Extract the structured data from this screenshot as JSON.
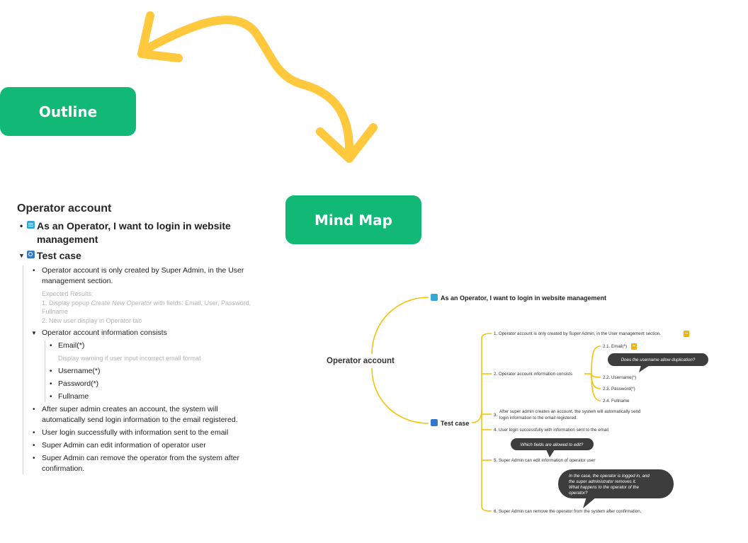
{
  "labels": {
    "outline": "Outline",
    "mind_map": "Mind Map"
  },
  "colors": {
    "pill": "#12b876",
    "arrow": "#ffc83d",
    "branch": "#f5c20a",
    "bubble": "#3d3d3d"
  },
  "outline": {
    "title": "Operator account",
    "story": "As an Operator, I want to login in website management",
    "test_case": "Test case",
    "items": {
      "i1": "Operator account is only created by Super Admin, in the User management section.",
      "expected_label": "Expected Results:",
      "expected_1_pre": "1. Display popup ",
      "expected_1_em": "Create New Operator",
      "expected_1_post": " with fields: Email, User, Password, Fullname",
      "expected_2": "2. New user display in Operator tab",
      "i2": "Operator account information consists",
      "email": "Email(*)",
      "email_note": "Display warning if user input incorrect email format",
      "username": "Username(*)",
      "password": "Password(*)",
      "fullname": "Fullname",
      "i3": "After super admin creates an account, the system will automatically send login information to the email registered.",
      "i4": "User login successfully with information sent to the email",
      "i5": "Super Admin can edit information of operator user",
      "i6": "Super Admin can remove the operator from the system after confirmation."
    }
  },
  "mindmap": {
    "root": "Operator account",
    "story": "As an Operator, I want to login in website management",
    "test_case": "Test case",
    "n1": "1. Operator account is only created by Super Admin, in the User management section.",
    "n2": "2. Operator account information consists",
    "n21": "2.1. Email(*)",
    "n22": "2.2. Username(*)",
    "n23": "2.3. Password(*)",
    "n24": "2.4. Fullname",
    "n3_num": "3.",
    "n3_line1": "After super admin creates an account, the system will automatically send",
    "n3_line2": "login information to the email registered.",
    "n4": "4. User login successfully with information sent to the email",
    "n5": "5. Super Admin can edit information of operator user",
    "n6": "6. Super Admin can remove the operator from the system after confirmation.",
    "bubble1": "Does the username allow duplication?",
    "bubble2": "Which fields are allowed to edit?",
    "bubble3_l1": "In the case, the operator is logged in, and",
    "bubble3_l2": "the super administrator removes it.",
    "bubble3_l3": "What happens to the operator of the",
    "bubble3_l4": "operator?"
  }
}
